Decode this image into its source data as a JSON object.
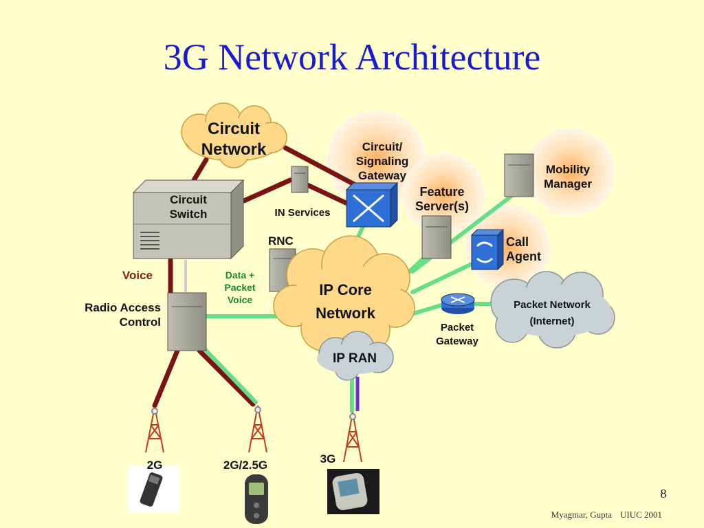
{
  "slide": {
    "title": "3G Network Architecture",
    "page_number": "8",
    "footer_authors": "Myagmar, Gupta",
    "footer_org": "UIUC 2001"
  },
  "nodes": {
    "circuit_network": [
      "Circuit",
      "Network"
    ],
    "circuit_switch": [
      "Circuit",
      "Switch"
    ],
    "in_services": "IN Services",
    "circuit_signaling_gateway": [
      "Circuit/",
      "Signaling",
      "Gateway"
    ],
    "feature_server": [
      "Feature",
      "Server(s)"
    ],
    "mobility_manager": [
      "Mobility",
      "Manager"
    ],
    "call_agent": [
      "Call",
      "Agent"
    ],
    "rnc": "RNC",
    "ip_core_network": [
      "IP Core",
      "Network"
    ],
    "packet_network": [
      "Packet Network",
      "(Internet)"
    ],
    "packet_gateway": [
      "Packet",
      "Gateway"
    ],
    "radio_access_control": [
      "Radio Access",
      "Control"
    ],
    "ip_ran": "IP RAN"
  },
  "links": {
    "voice": "Voice",
    "data_packet_voice": [
      "Data +",
      "Packet",
      "Voice"
    ]
  },
  "terminals": {
    "t2g": "2G",
    "t25g": "2G/2.5G",
    "t3g": "3G"
  },
  "colors": {
    "background": "#ffffcc",
    "title": "#1a1ad6",
    "circuit_link": "#7a1414",
    "packet_link": "#66dd88",
    "voice_label": "#8b1a1a",
    "data_label": "#1f8a2a",
    "cloud_fill": "#ffd98a",
    "internet_cloud": "#c9d3d6",
    "ipran_cloud": "#c9d3d6"
  }
}
